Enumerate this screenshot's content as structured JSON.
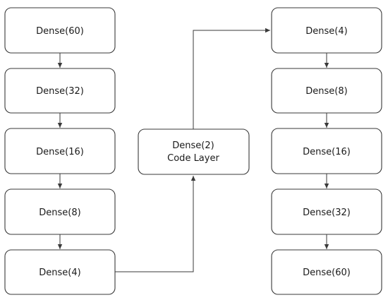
{
  "diagram": {
    "encoder": [
      {
        "label": "Dense(60)"
      },
      {
        "label": "Dense(32)"
      },
      {
        "label": "Dense(16)"
      },
      {
        "label": "Dense(8)"
      },
      {
        "label": "Dense(4)"
      }
    ],
    "code": {
      "line1": "Dense(2)",
      "line2": "Code Layer"
    },
    "decoder": [
      {
        "label": "Dense(4)"
      },
      {
        "label": "Dense(8)"
      },
      {
        "label": "Dense(16)"
      },
      {
        "label": "Dense(32)"
      },
      {
        "label": "Dense(60)"
      }
    ]
  }
}
